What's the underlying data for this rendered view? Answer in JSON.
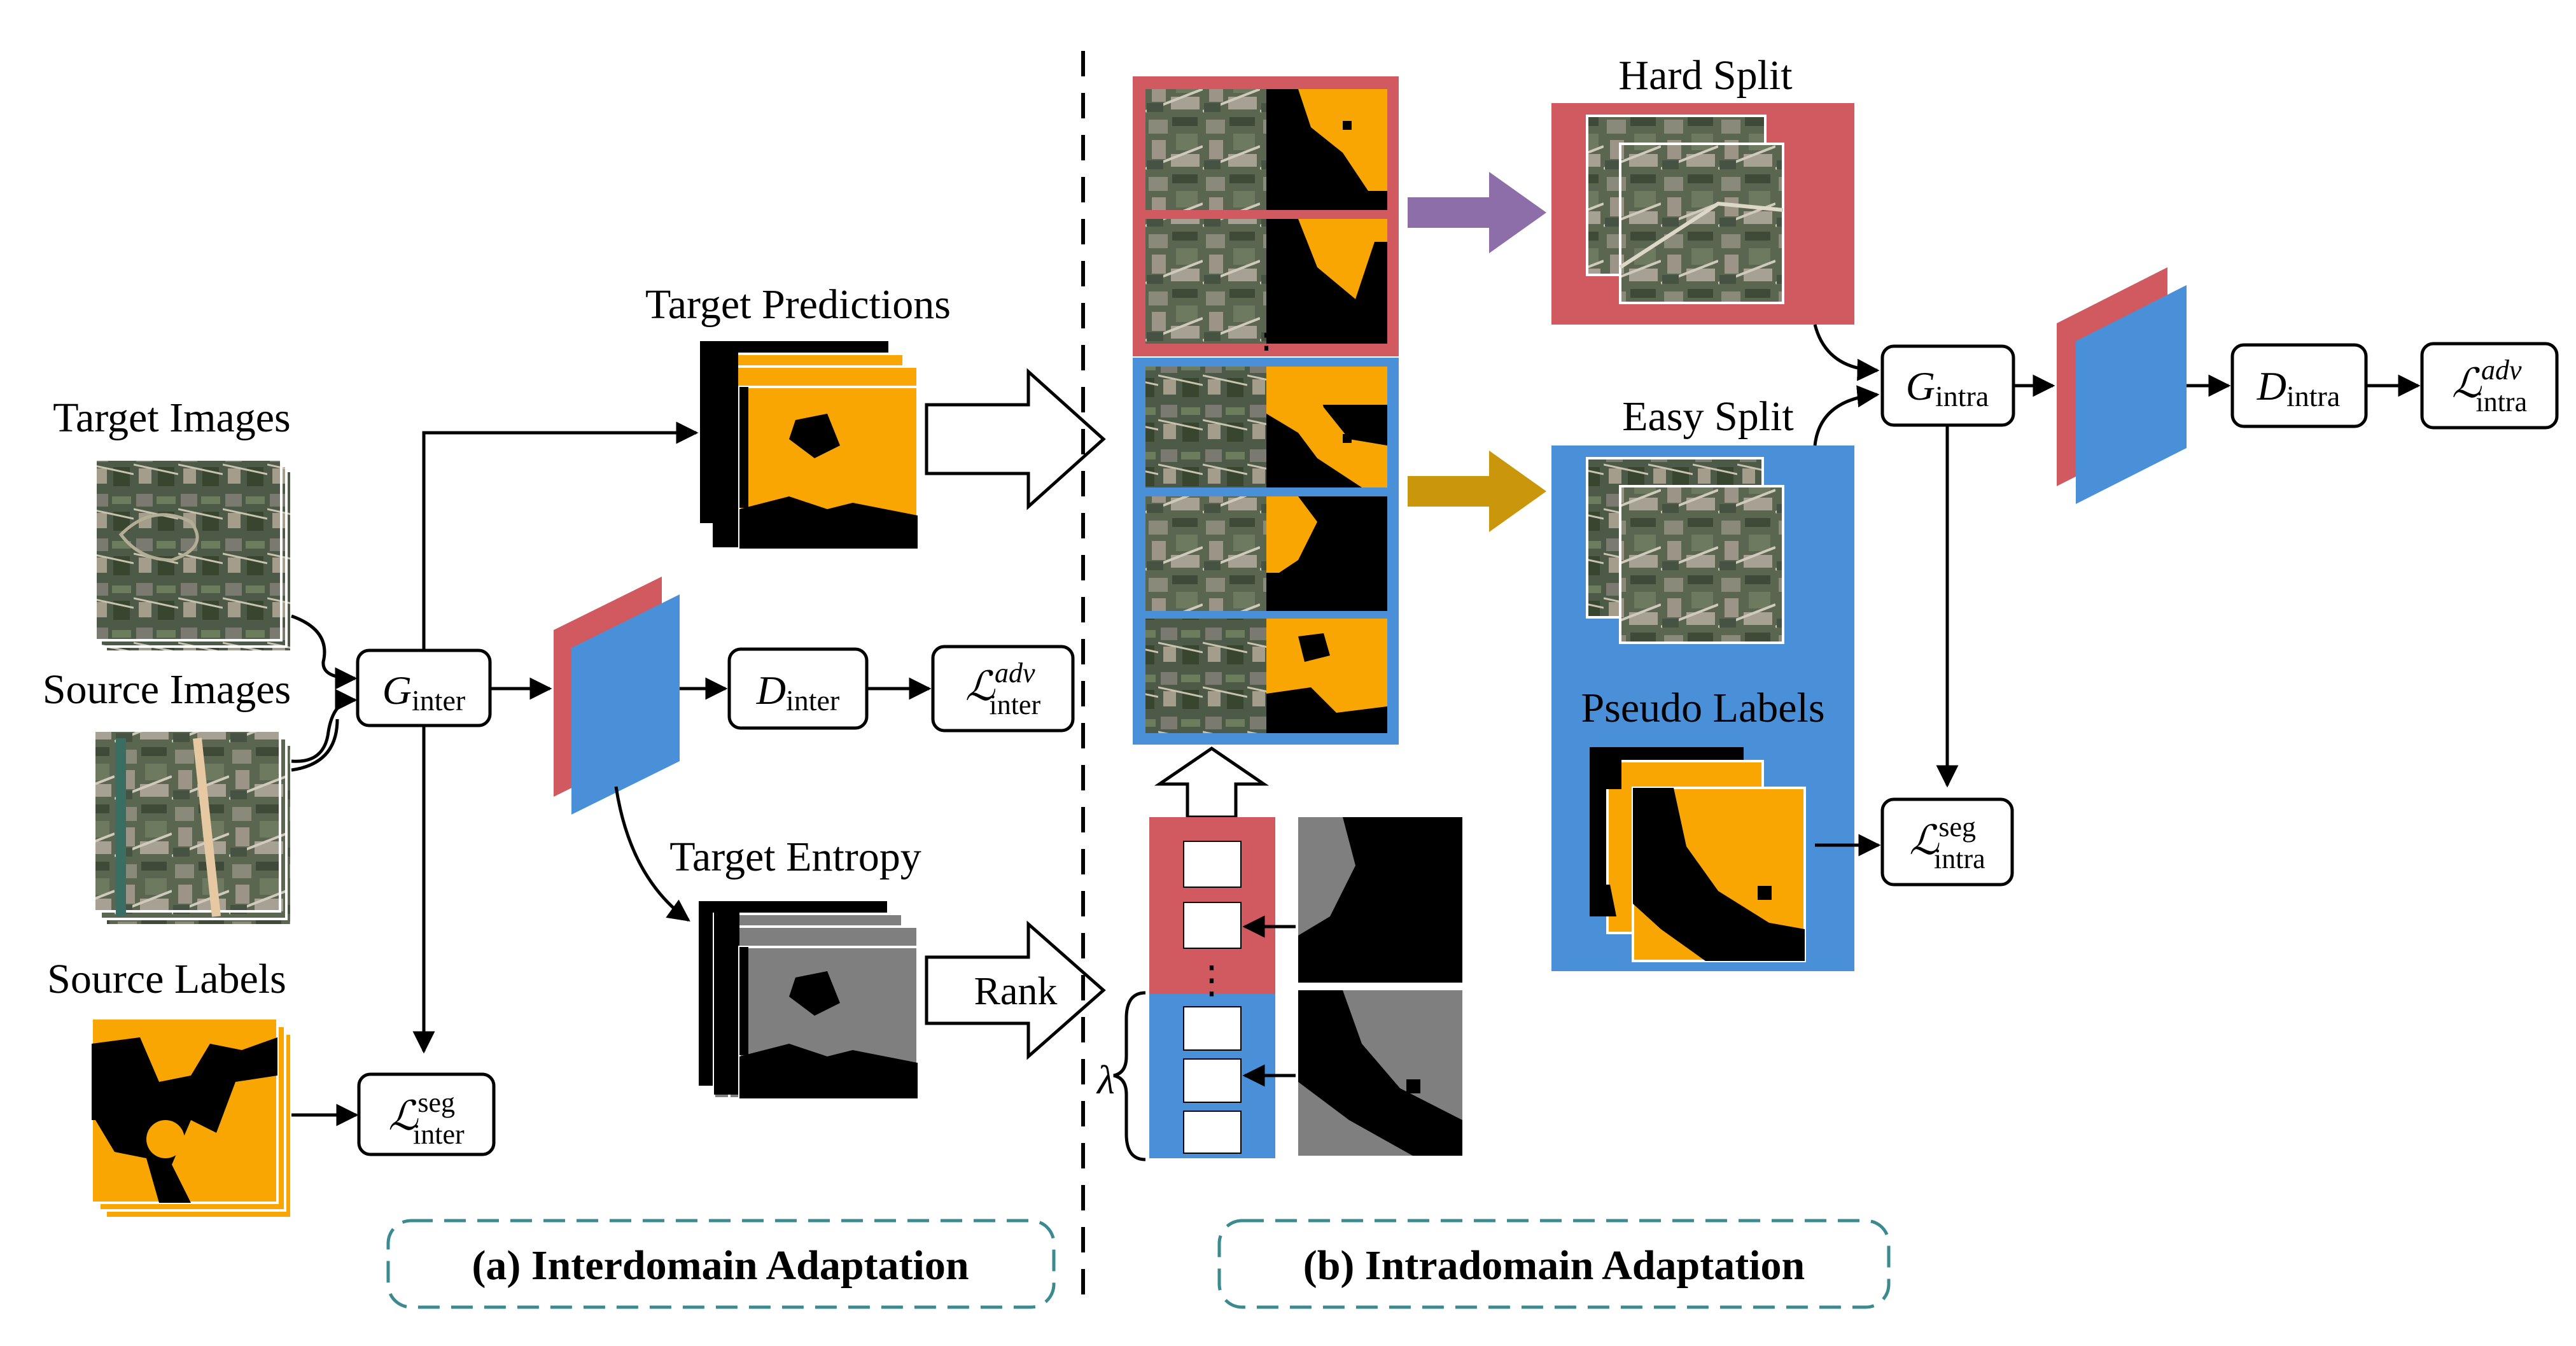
{
  "labels": {
    "target_images": "Target Images",
    "source_images": "Source Images",
    "source_labels": "Source Labels",
    "target_predictions": "Target Predictions",
    "target_entropy": "Target Entropy",
    "rank": "Rank",
    "hard_split": "Hard Split",
    "easy_split": "Easy Split",
    "pseudo_labels": "Pseudo Labels",
    "lambda": "λ"
  },
  "modules": {
    "g_inter": {
      "symbol": "G",
      "sub": "inter"
    },
    "d_inter": {
      "symbol": "D",
      "sub": "inter"
    },
    "l_inter_adv": {
      "symbol": "ℒ",
      "sup": "adv",
      "sub": "inter"
    },
    "l_inter_seg": {
      "symbol": "ℒ",
      "sup": "seg",
      "sub": "inter"
    },
    "g_intra": {
      "symbol": "G",
      "sub": "intra"
    },
    "d_intra": {
      "symbol": "D",
      "sub": "intra"
    },
    "l_intra_adv": {
      "symbol": "ℒ",
      "sup": "adv",
      "sub": "intra"
    },
    "l_intra_seg": {
      "symbol": "ℒ",
      "sup": "seg",
      "sub": "intra"
    }
  },
  "captions": {
    "interdomain": "(a) Interdomain Adaptation",
    "intradomain": "(b) Intradomain Adaptation"
  },
  "colors": {
    "red_panel": "#d05a5f",
    "blue_panel": "#4a90d9",
    "orange_label": "#f9a602",
    "gray_entropy": "#7f7f7f",
    "purple_arrow": "#8e6ea8",
    "gold_arrow": "#c9960c",
    "caption_border": "#3a8a8f"
  }
}
